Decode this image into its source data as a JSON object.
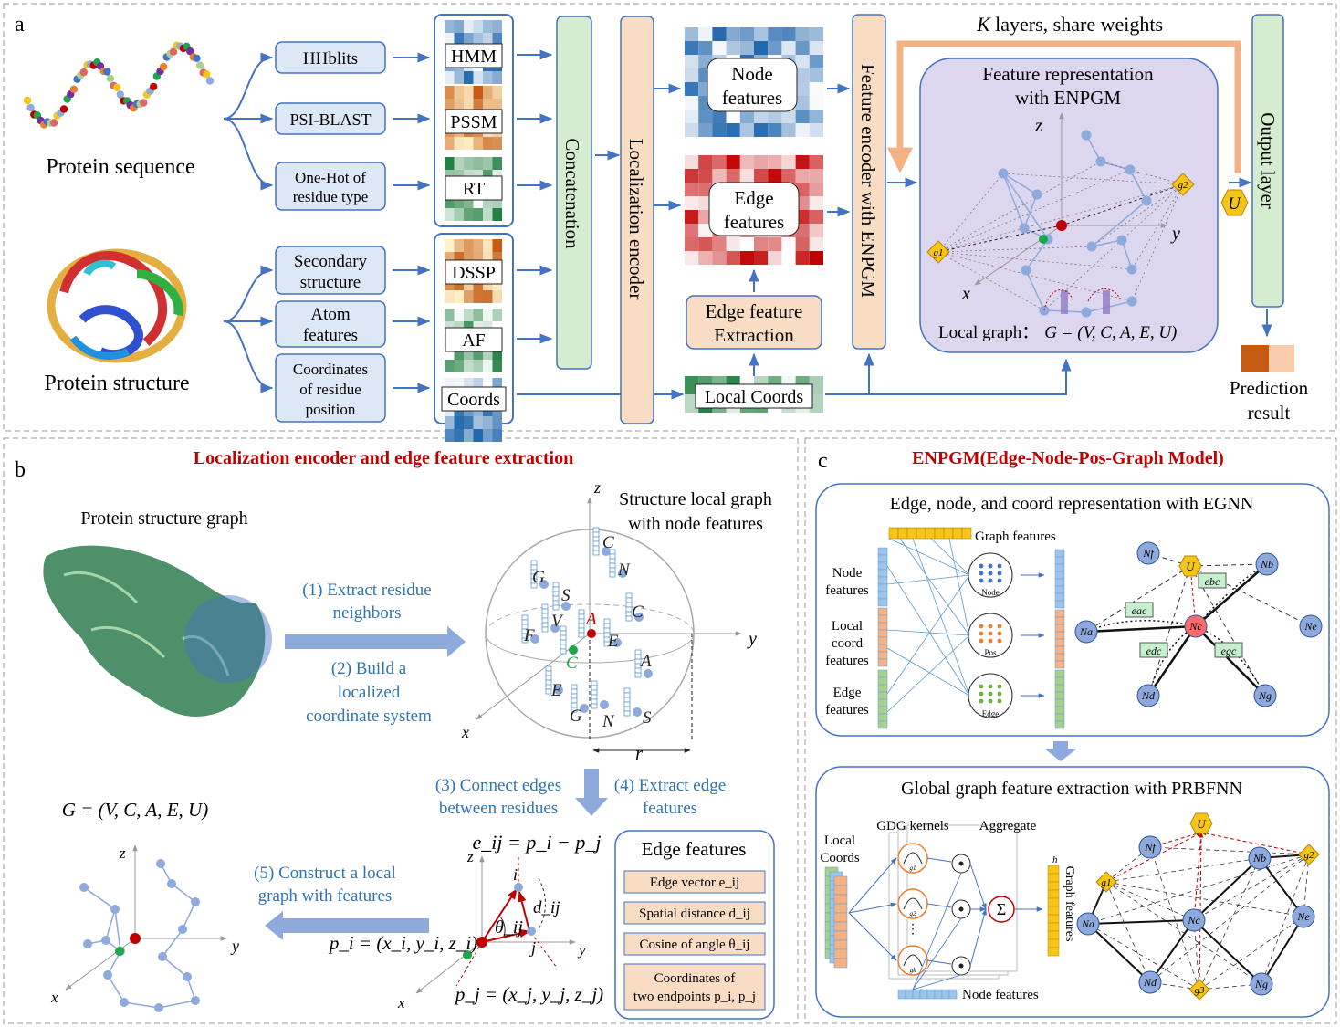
{
  "panel_a": {
    "letter": "a",
    "protein_sequence": "Protein sequence",
    "protein_structure": "Protein structure",
    "tools": [
      "HHblits",
      "PSI-BLAST",
      "One-Hot of|residue type",
      "Secondary|structure",
      "Atom|features",
      "Coordinates|of residue|position"
    ],
    "features": [
      "HMM",
      "PSSM",
      "RT",
      "DSSP",
      "AF",
      "Coords"
    ],
    "concatenation": "Concatenation",
    "localization_encoder": "Localization encoder",
    "node_features": "Node|features",
    "edge_features": "Edge|features",
    "edge_feature_extraction": "Edge feature|Extraction",
    "local_coords": "Local Coords",
    "feature_encoder": "Feature encoder with ENPGM",
    "k_layers_italic": "K",
    "k_layers_rest": " layers, share weights",
    "feature_rep_title": "Feature representation|with ENPGM",
    "local_graph_prefix": "Local graph：",
    "local_graph_formula": "G = (V, C, A, E, U)",
    "output_layer": "Output layer",
    "prediction_result": "Prediction|result",
    "u_label": "U",
    "g1": "g1",
    "g2": "g2",
    "axis_x": "x",
    "axis_y": "y",
    "axis_z": "z"
  },
  "panel_b": {
    "letter": "b",
    "title": "Localization encoder and edge feature extraction",
    "protein_structure_graph": "Protein structure graph",
    "structure_local_graph": "Structure local graph|with node features",
    "step1": "(1) Extract residue|neighbors",
    "step2": "(2) Build a|localized|coordinate system",
    "step3": "(3) Connect edges|between residues",
    "step4": "(4) Extract edge|features",
    "step5": "(5) Construct a local|graph with features",
    "graph_formula": "G = (V, C, A, E, U)",
    "sphere_labels": [
      "C",
      "N",
      "G",
      "S",
      "V",
      "F",
      "A",
      "C",
      "E",
      "C",
      "A",
      "E",
      "G",
      "N",
      "S"
    ],
    "radius_label": "r",
    "edge_vector_eq": "e_ij = p_i − p_j",
    "p_i_eq": "p_i = (x_i, y_i, z_i)",
    "p_j_eq": "p_j = (x_j, y_j, z_j)",
    "theta": "θ_ij",
    "d_ij": "d_ij",
    "node_i": "i",
    "node_j": "j",
    "edge_features_title": "Edge features",
    "edge_feature_items": [
      "Edge vector e_ij",
      "Spatial distance d_ij",
      "Cosine of angle θ_ij",
      "Coordinates of|two endpoints p_i, p_j"
    ]
  },
  "panel_c": {
    "letter": "c",
    "title": "ENPGM(Edge-Node-Pos-Graph Model)",
    "egnn_title": "Edge, node, and coord representation with EGNN",
    "graph_features": "Graph features",
    "inputs": [
      "Node|features",
      "Local|coord|features",
      "Edge|features"
    ],
    "nets": [
      "Node",
      "Pos",
      "Edge"
    ],
    "prbfnn_title": "Global graph feature extraction with PRBFNN",
    "local_coords": "Local|Coords",
    "gdg_kernels": "GDG kernels",
    "aggregate": "Aggregate",
    "node_features": "Node features",
    "graph_features_v": "Graph features",
    "h_label": "h",
    "sigma": "Σ",
    "kernels": [
      "g1",
      "g2",
      "gk"
    ],
    "nodes": [
      "Nf",
      "Nb",
      "Na",
      "Nc",
      "Ne",
      "Nd",
      "Ng"
    ],
    "edge_labels": [
      "eac",
      "ebc",
      "edc",
      "egc"
    ],
    "anchors": [
      "g1",
      "g2",
      "g3"
    ],
    "u_label": "U"
  },
  "colors": {
    "box_blue_fill": "#dde8f6",
    "box_blue_stroke": "#4472c4",
    "green_fill": "#d6ecd0",
    "peach_fill": "#f9dcc4",
    "purple_fill": "#dcd6ee",
    "orange_arrow": "#f4c49a",
    "title_red": "#c00000",
    "step_blue": "#2e75b6",
    "node_blue": "#8ea9db",
    "node_red": "#c00000",
    "node_green": "#1fa64a",
    "gold": "#f5c518"
  }
}
